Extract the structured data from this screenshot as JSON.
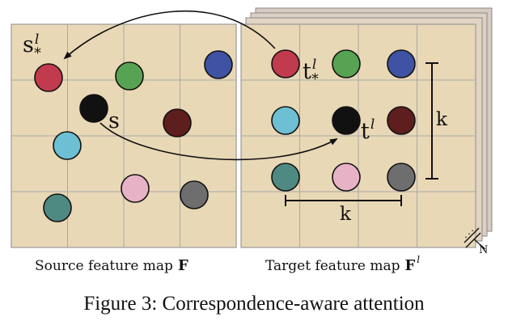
{
  "source": {
    "label": "Source feature map",
    "symbol": "F",
    "point_label": "s",
    "match_label": "s",
    "match_sup": "l",
    "match_sub": "*"
  },
  "target": {
    "label": "Target feature map",
    "symbol": "F",
    "symbol_sup": "l",
    "point_label": "t",
    "point_sup": "l",
    "match_label": "t",
    "match_sup": "l",
    "match_sub": "*",
    "window_size_h": "k",
    "window_size_v": "k",
    "stack_label": "N"
  },
  "caption": "Figure 3: Correspondence-aware attention",
  "colors": {
    "map_fill": "#e9d8b6",
    "grid": "#a8a8a8",
    "red": "#c23a4e",
    "green": "#57a353",
    "blue": "#3f52a3",
    "black": "#111111",
    "maroon": "#5e1e1e",
    "cyan": "#6dbfd3",
    "pink": "#e8b2c6",
    "gray": "#6e6e6e",
    "teal": "#4f8a82"
  }
}
